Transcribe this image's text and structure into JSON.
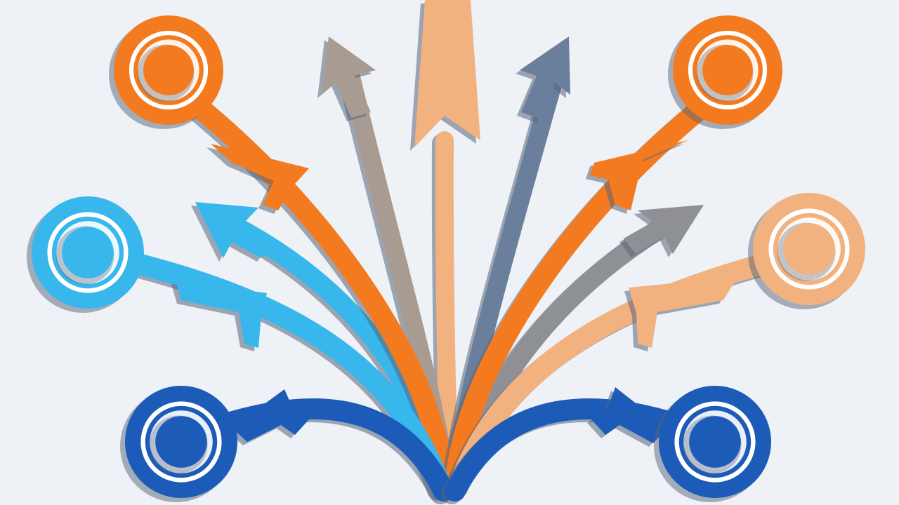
{
  "palette": {
    "background": "#eef1f6",
    "orange": "#f47a20",
    "sky_blue": "#38b7ec",
    "royal_blue": "#1c5bb8",
    "peach": "#f2b27f",
    "taupe": "#a89c92",
    "slate": "#6a7f9c",
    "gray": "#8e9096",
    "shadow": "#55657a"
  },
  "illustration": {
    "subject": "arrows-radiating-from-single-point",
    "arrows": [
      {
        "name": "arrow-left-top",
        "color": "orange",
        "ends_in": "circle"
      },
      {
        "name": "arrow-left-middle",
        "color": "sky_blue",
        "ends_in": "circle"
      },
      {
        "name": "arrow-left-bottom",
        "color": "royal_blue",
        "ends_in": "circle"
      },
      {
        "name": "arrow-right-top",
        "color": "orange",
        "ends_in": "circle"
      },
      {
        "name": "arrow-right-middle",
        "color": "peach",
        "ends_in": "circle"
      },
      {
        "name": "arrow-right-bottom",
        "color": "royal_blue",
        "ends_in": "circle"
      },
      {
        "name": "arrow-center",
        "color": "peach",
        "ends_in": "arrowhead"
      },
      {
        "name": "arrow-center-left",
        "color": "taupe",
        "ends_in": "arrowhead"
      },
      {
        "name": "arrow-center-right",
        "color": "slate",
        "ends_in": "arrowhead"
      },
      {
        "name": "arrow-left-sky-head",
        "color": "sky_blue",
        "ends_in": "arrowhead"
      },
      {
        "name": "arrow-right-gray-head",
        "color": "gray",
        "ends_in": "arrowhead"
      }
    ]
  }
}
